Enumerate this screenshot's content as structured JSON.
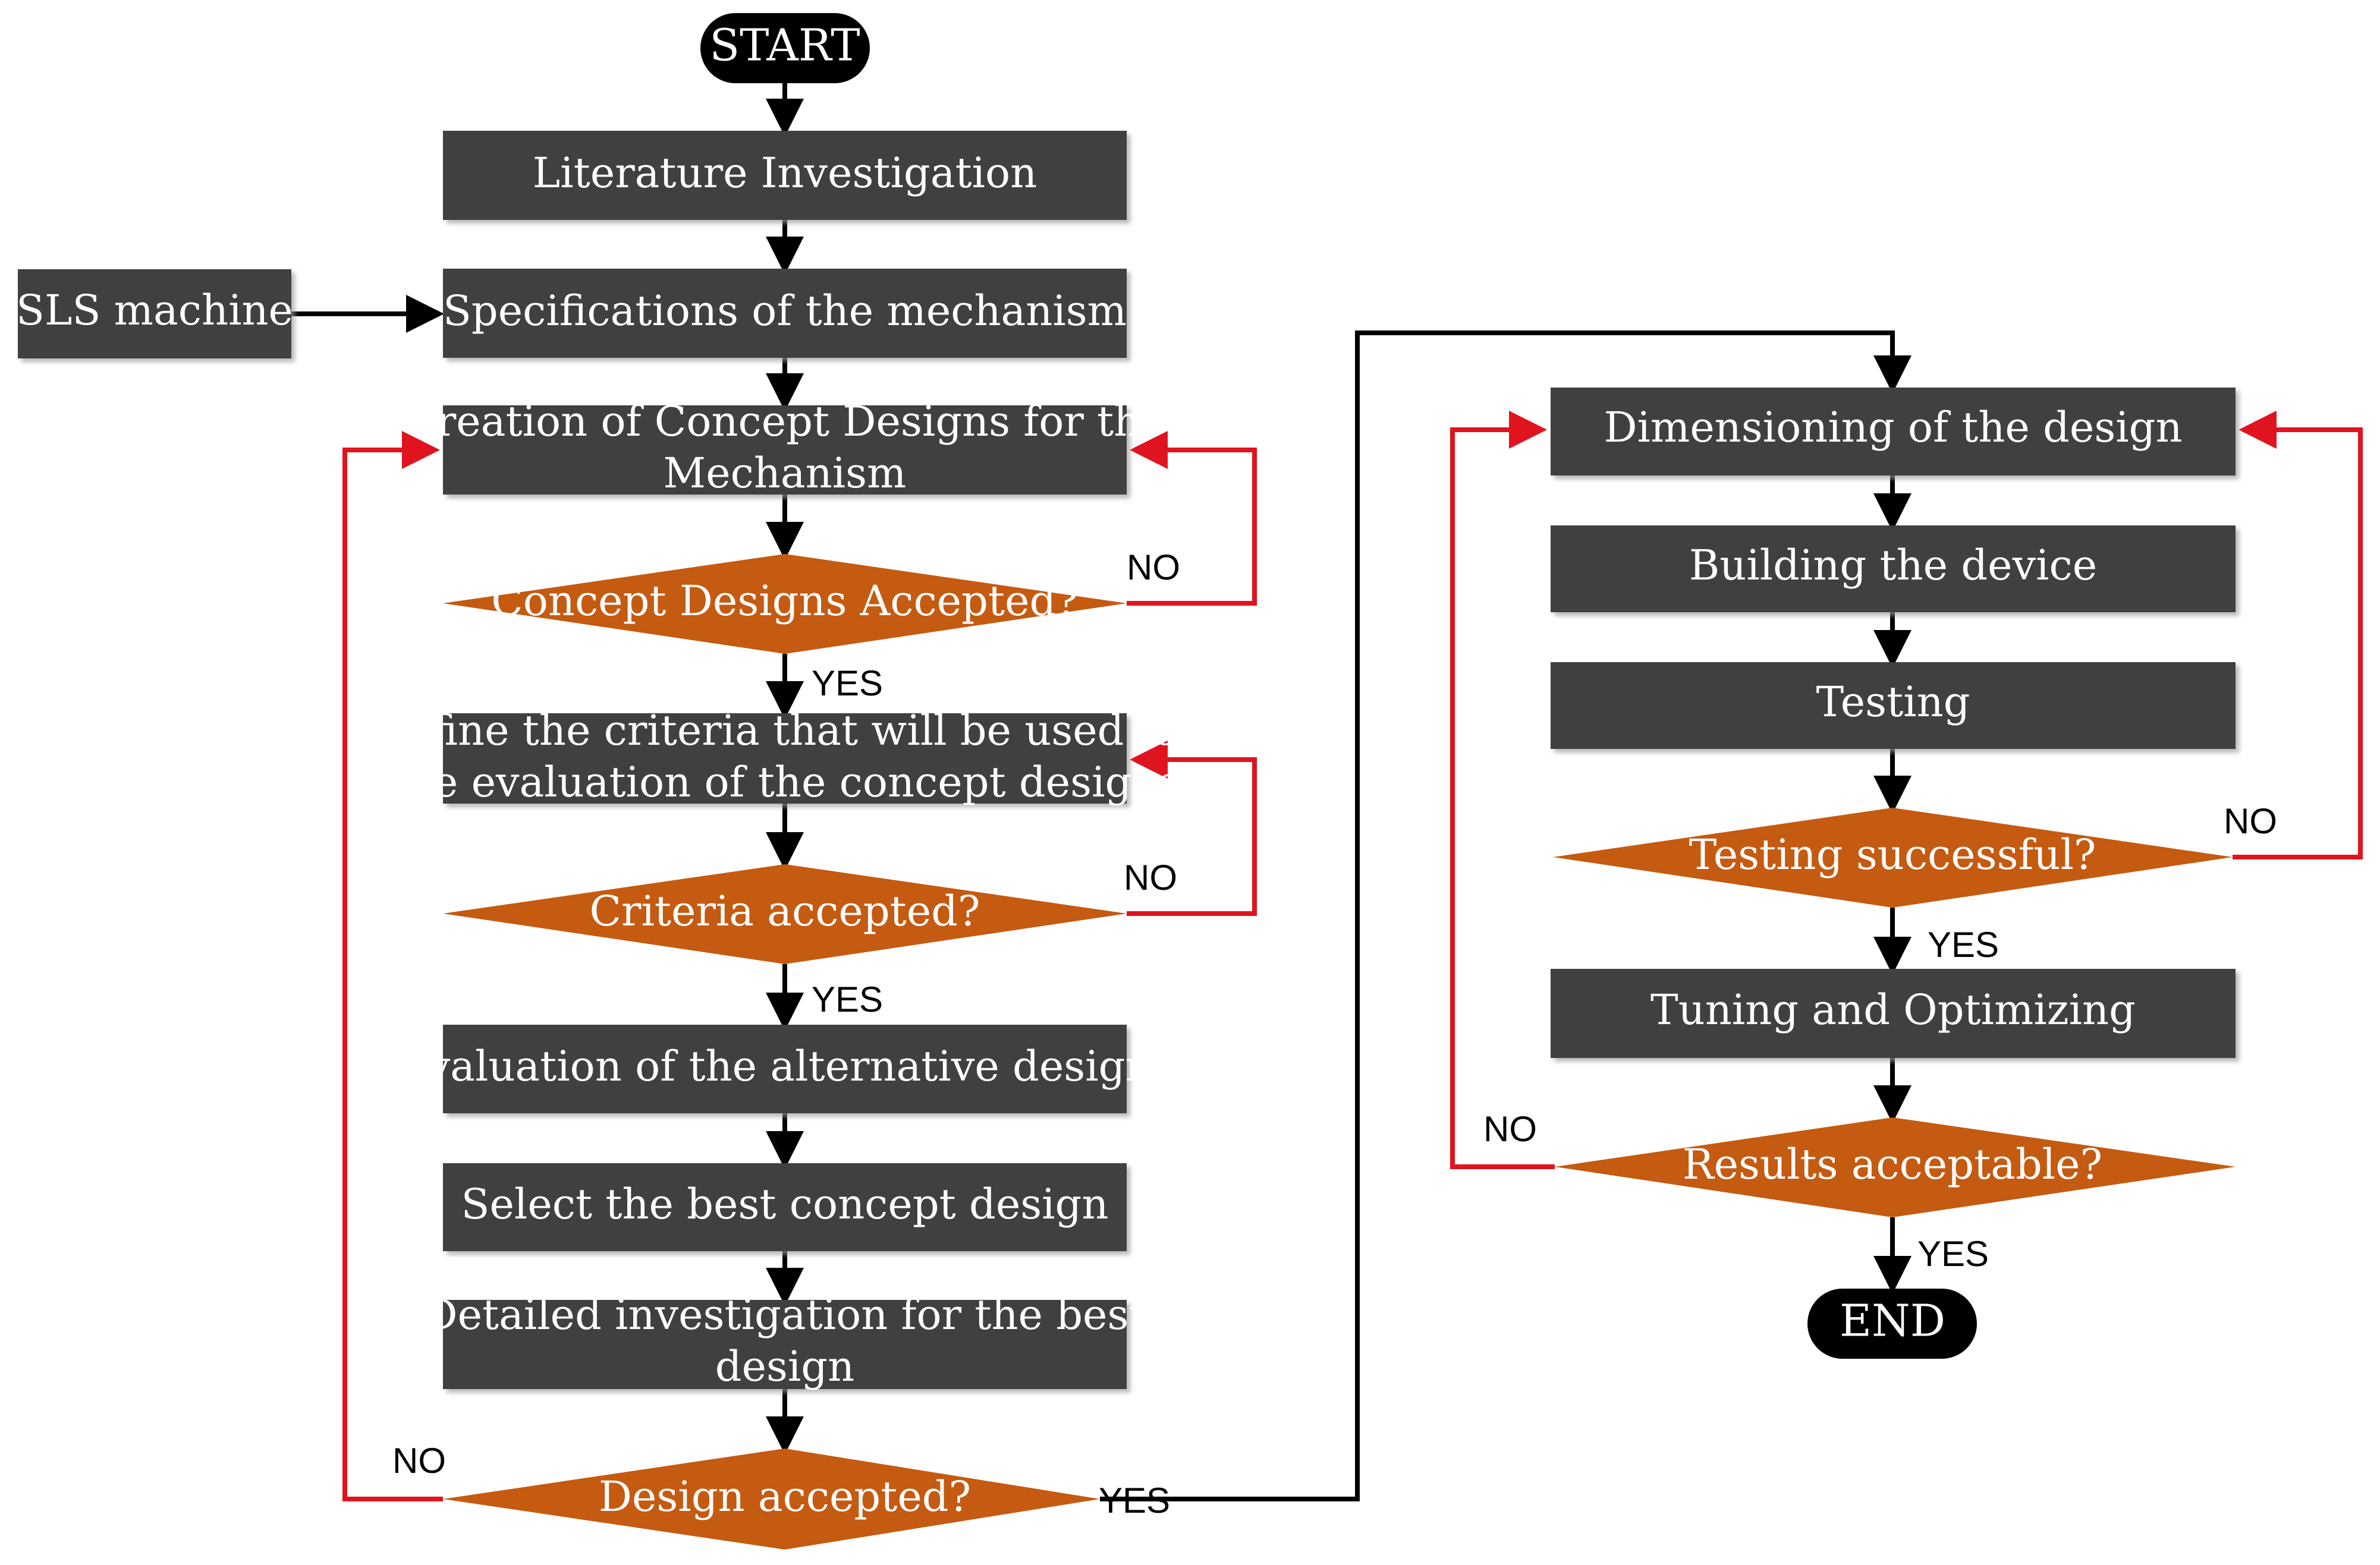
{
  "colors": {
    "process_fill": "#404040",
    "decision_fill": "#c55a11",
    "terminal_fill": "#000000",
    "loop_line": "#e0141e",
    "flow_line": "#000000"
  },
  "terminals": {
    "start": "START",
    "end": "END"
  },
  "processes": {
    "literature": "Literature Investigation",
    "specifications": "Specifications of the mechanism",
    "sls_machine": "SLS machine",
    "creation_line1": "Creation of Concept Designs for the",
    "creation_line2": "Mechanism",
    "define_line1": "Define the criteria that will be used for",
    "define_line2": "the evaluation of the concept designs",
    "evaluation": "Evaluation of the alternative designs",
    "select_best": "Select the best concept design",
    "detailed_line1": "Detailed investigation for the best",
    "detailed_line2": "design",
    "dimensioning": "Dimensioning of the design",
    "building": "Building the device",
    "testing": "Testing",
    "tuning": "Tuning and Optimizing"
  },
  "decisions": {
    "concept_accepted": "Concept Designs Accepted?",
    "criteria_accepted": "Criteria accepted?",
    "design_accepted": "Design accepted?",
    "testing_successful": "Testing successful?",
    "results_acceptable": "Results acceptable?"
  },
  "branch_labels": {
    "yes": "YES",
    "no": "NO"
  }
}
